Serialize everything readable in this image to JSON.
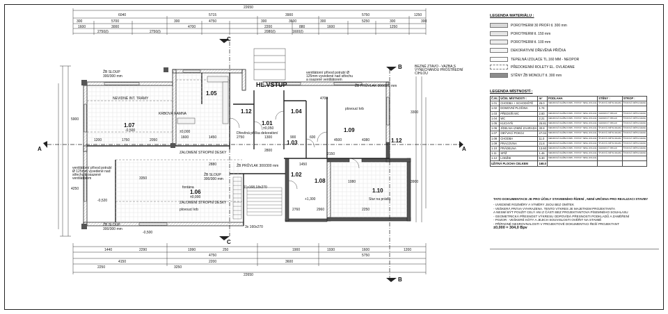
{
  "plan": {
    "dims_top": [
      "22650",
      "6040",
      "5715",
      "3900",
      "5750",
      "1250",
      "300",
      "5700",
      "300",
      "4750",
      "300",
      "3600",
      "300",
      "5250",
      "300",
      "300",
      "1600",
      "3000",
      "4700",
      "2200",
      "880",
      "1600",
      "1250",
      "2750(I)",
      "2750(I)",
      "2080(I)",
      "1600(I)"
    ],
    "dims_bottom": [
      "1440",
      "2290",
      "1990",
      "250",
      "4150",
      "2200",
      "3600",
      "4750",
      "5750",
      "22650",
      "2250",
      "3250",
      "1900",
      "1930",
      "1600",
      "1200"
    ],
    "rooms": [
      {
        "num": "1.05",
        "label": ""
      },
      {
        "num": "1.12",
        "label": ""
      },
      {
        "num": "1.04",
        "label": ""
      },
      {
        "num": "1.01",
        "label": "±0,050"
      },
      {
        "num": "1.03",
        "label": ""
      },
      {
        "num": "1.07",
        "label": "-0,500"
      },
      {
        "num": "1.09",
        "label": ""
      },
      {
        "num": "1.12",
        "label": ""
      },
      {
        "num": "1.02",
        "label": ""
      },
      {
        "num": "1.08",
        "label": ""
      },
      {
        "num": "1.10",
        "label": ""
      },
      {
        "num": "1.06",
        "label": "±0,000"
      }
    ],
    "entrance": "HL.VSTUP",
    "section_marks": [
      "A",
      "A",
      "B",
      "B",
      "C",
      "C"
    ],
    "texts": {
      "beam_visible": "NEVIDNÉ INT. TRÁMY",
      "floor_wood": "plovoucí krb",
      "fountain": "fontána",
      "pillar": "ŽB SLOUP",
      "pillar_dim": "300/300 mm",
      "vent_left": "ventilátorní přívod potrubí Ø 125mm vyvedené nad střechu a osazené ventilátorem",
      "vent_right": "ventilátorní přívod potrubí Ø 125mm vyvedené nad střechu a osazené ventilátorem",
      "wall_note": "BEZNÉ ZTAVO - VAZBA S VYNECHANOU PROSTŘEDNÍ CIHLOU",
      "stair": "11x168,18x270",
      "stair2": "3x 160x270",
      "lintel": "ŽB PRŮVLAK 300/300 mm",
      "ceiling_open": "ZALOMENÍ STROPNÍ DESKY",
      "level_a": "±0,000",
      "level_b": "-0,520",
      "level_c": "-0,500",
      "level_d": "+1,300",
      "kitchen": "KRBOVÁ KAMNA",
      "shelf": "Stur na prádlo",
      "wood_box": "Dřevěná přička dekorativní",
      "small_dims": [
        "1200",
        "1750",
        "2050",
        "1600",
        "1450",
        "2750",
        "1300",
        "900",
        "600",
        "4500",
        "4380",
        "5900",
        "4250",
        "3300",
        "3900",
        "3350",
        "2880",
        "4700",
        "1450",
        "2150",
        "2960",
        "2250",
        "2800",
        "1080",
        "2760"
      ]
    }
  },
  "legend_materials": {
    "title": "LEGENDA MATERIÁLU :",
    "items": [
      {
        "label": "POROTHERM 30 PROFI tl. 300 mm",
        "fill": "#d9d9d9"
      },
      {
        "label": "POROTHERM tl. 150 mm",
        "fill": "#e6e6e6"
      },
      {
        "label": "POROTHERM tl. 100 mm",
        "fill": "#ececec"
      },
      {
        "label": "DEKORATIVNÍ DŘEVĚNÁ PŘÍČKA",
        "fill": "#f4f4f4"
      },
      {
        "label": "TEPELNÁ IZOLACE TL.160 MM - NEOPOR",
        "fill": "#fafafa"
      },
      {
        "label": "PŘEDOKENNÍ ROLETY EL. OVLÁDANE",
        "fill": "#ffffff"
      },
      {
        "label": "STĚNY ŽB MONOLIT tl. 300 mm",
        "fill": "#8c8c8c"
      }
    ]
  },
  "legend_rooms": {
    "title": "LEGENDA MÍSTNOSTÍ :",
    "headers": [
      "Č.M.:",
      "ÚČEL MÍSTNOSTI :",
      "m²",
      "PODLAHA",
      "STĚNY :",
      "STROP :"
    ],
    "rows": [
      [
        "1.01",
        "CHODBA + SCHODIŠTĚ",
        "25.0",
        "KERAMICKÁ DLAŽBA KOMPL. POSTUP: TEPEL.IZOLACE",
        "ŠTUKOVÁ OMÍTKA MALBA",
        "ŠTUKOVÁ OMÍTKA MALBA"
      ],
      [
        "1.02",
        "DOMOVNÍ PLOŠINA",
        "1.74",
        "",
        "",
        ""
      ],
      [
        "1.03",
        "PŘEDSÍŇ WC",
        "2.60",
        "KERAMICKÁ DLAŽBA KOMPL. POSTUP: TEPEL.IZOLACE",
        "KERAMICKÝ OBKLAD",
        "ŠTUKOVÁ OMÍTKA MALBA"
      ],
      [
        "1.04",
        "WC",
        "2.21",
        "KERAMICKÁ DLAŽBA KOMPL. POSTUP: TEPEL.IZOLACE",
        "KERAMICKÝ OBKLAD",
        "ŠTUKOVÁ OMÍTKA MALBA"
      ],
      [
        "1.05",
        "KUCHYŇ",
        "25.81",
        "KERAMICKÁ DLAŽBA KOMPL. POSTUP: TEPEL.IZOLACE",
        "KERAMICKÝ OBKLAD",
        "ŠTUKOVÁ OMÍTKA MALBA"
      ],
      [
        "1.06",
        "JÍDELNA+ZIMNÍ ZAHRADA",
        "30.8",
        "KERAMICKÁ DLAŽBA KOMPL. POSTUP: TEPEL.IZOLACE",
        "ŠTUKOVÁ OMÍTKA MALBA",
        "ŠTUKOVÁ OMÍTKA MALBA"
      ],
      [
        "1.07",
        "OBÝVACÍ POKOJ",
        "27.04",
        "KERAMICKÁ DLAŽBA KOMPL. POSTUP: TEPEL.IZOLACE",
        "ŠTUKOVÁ OMÍTKA MALBA",
        "ŠTUKOVÁ OMÍTKA MALBA"
      ],
      [
        "1.08",
        "CHODBA",
        "11.0",
        "KERAMICKÁ DLAŽBA KOMPL. POSTUP: TEPEL.IZOLACE",
        "ŠTUKOVÁ OMÍTKA MALBA",
        "ŠTUKOVÁ OMÍTKA MALBA"
      ],
      [
        "1.09",
        "PRACOVNA",
        "21.8",
        "KERAMICKÁ DLAŽBA KOMPL. POSTUP: TEPEL.IZOLACE",
        "ŠTUKOVÁ OMÍTKA MALBA",
        "ŠTUKOVÁ OMÍTKA MALBA"
      ],
      [
        "1.10",
        "PRÁDELNA",
        "13.60",
        "KERAMICKÁ DLAŽBA KOMPL. POSTUP: TEPEL.IZOLACE",
        "KERAMICKÝ OBKLAD",
        "ŠTUKOVÁ OMÍTKA MALBA"
      ],
      [
        "1.11",
        "SPÍŽ",
        "1.46",
        "KERAMICKÁ DLAŽBA KOMPL. POSTUP: TEPEL.IZOLACE",
        "ŠTUKOVÁ OMÍTKA MALBA",
        "ŠTUKOVÁ OMÍTKA MALBA"
      ],
      [
        "1.12",
        "LODŽIE",
        "5.30",
        "KERAMICKÁ DLAŽBA KOMPL. POSTUP: TEPEL.IZOLACE",
        "",
        ""
      ]
    ],
    "total_label": "UŽITNÁ PLOCHA CELKEM",
    "total_value": "168.0"
  },
  "notes": {
    "heading": "TATO DOKUMENTACE JE PRO ÚČELY STAVEBNÍHO ŘÍZENÍ , NENÍ URČENA PRO REALIZACI STAVBY",
    "lines": [
      "- UVEDENÉ ROZMĚRY A VÝMĚRY JSOU BEZ OMÍTEK",
      "- VEŠKERÁ PRÁVA VYHRAZENA. TENTO VÝKRES JE MAJETKEM PROJEKTANTA",
      "  A NESMÍ BÝT POUŽIT CELÝ ANI Z ČÁSTI BEZ PROJEKTANTOVA PÍSEMNÉHO SOUHLASU",
      "- GEOMETRICKÁ PŘESNOST VÝKRESU ODPOVÍDÁ PŘESNOSTI PODKLADŮ A ZAMĚŘENÍ",
      "- POZOR : VEŠKERÉ KÓTY A JEJICH SOUVISLOSTI OVĚŘIT NA STAVBĚ",
      "- PŘÍPADNÉ NESROVNALOSTI V PROJEKTOVÉ DOKUMENTACI ŘEŠÍ PROJEKTANT"
    ],
    "elevation": "±0,000 = 304,0 Bpv"
  }
}
